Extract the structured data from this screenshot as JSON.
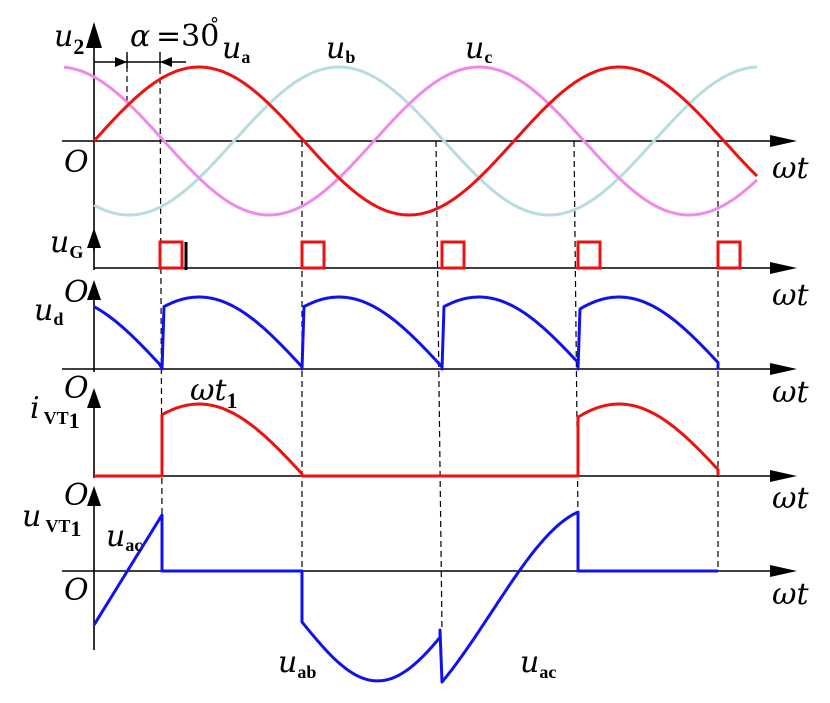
{
  "labels": {
    "u_letter": "u",
    "i_letter": "i",
    "omega_t": "ωt",
    "origin": "O",
    "sub_2": "2",
    "sub_a": "a",
    "sub_b": "b",
    "sub_c": "c",
    "sub_G": "G",
    "sub_d": "d",
    "sub_VT": "VT",
    "sub_1": "1",
    "sub_ac": "ac",
    "sub_ab": "ab",
    "alpha": "α",
    "alpha_value": "=30",
    "degree": "°",
    "omega_t1_base": "ωt",
    "omega_t1_sub": "1"
  },
  "colors": {
    "u_a": "#ee1111",
    "u_b": "#b8dce0",
    "u_c": "#f08ae8",
    "gate": "#ee1111",
    "u_d": "#1111ee",
    "i_VT1": "#ee1111",
    "u_VT1": "#1111ee",
    "axis": "#000000"
  },
  "chart_data": {
    "type": "line",
    "firing_angle_deg": 30,
    "panels": [
      {
        "name": "u2",
        "series": [
          "u_a",
          "u_b",
          "u_c"
        ]
      },
      {
        "name": "uG",
        "series": [
          "gate pulses"
        ]
      },
      {
        "name": "ud",
        "series": [
          "u_d"
        ]
      },
      {
        "name": "iVT1",
        "series": [
          "i_VT1"
        ]
      },
      {
        "name": "uVT1",
        "series": [
          "u_VT1"
        ]
      }
    ]
  }
}
